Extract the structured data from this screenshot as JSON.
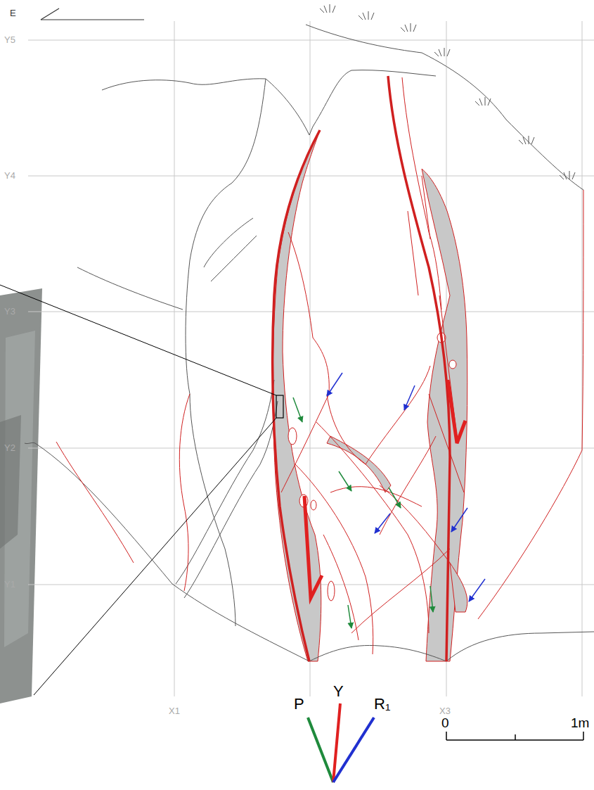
{
  "diagram": {
    "labels": [
      "E",
      "Y5",
      "Y4",
      "Y3",
      "Y2",
      "Y1",
      "X1",
      "X3",
      "P",
      "Y",
      "R₁",
      "0",
      "1m"
    ]
  }
}
